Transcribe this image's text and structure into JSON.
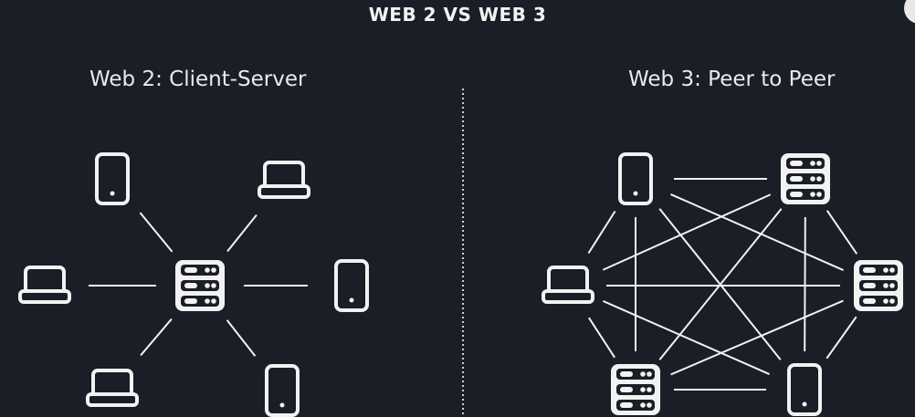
{
  "title": "WEB 2 VS WEB 3",
  "panels": {
    "left": {
      "heading": "Web 2: Client-Server",
      "center": {
        "id": "server",
        "icon": "server-icon"
      },
      "nodes": [
        {
          "id": "phone-top",
          "icon": "phone-icon"
        },
        {
          "id": "laptop-top-right",
          "icon": "laptop-icon"
        },
        {
          "id": "laptop-left",
          "icon": "laptop-icon"
        },
        {
          "id": "phone-right",
          "icon": "phone-icon"
        },
        {
          "id": "laptop-bottom-left",
          "icon": "laptop-icon"
        },
        {
          "id": "phone-bottom-right",
          "icon": "phone-icon"
        }
      ],
      "connections": [
        [
          "server",
          "phone-top"
        ],
        [
          "server",
          "laptop-top-right"
        ],
        [
          "server",
          "laptop-left"
        ],
        [
          "server",
          "phone-right"
        ],
        [
          "server",
          "laptop-bottom-left"
        ],
        [
          "server",
          "phone-bottom-right"
        ]
      ]
    },
    "right": {
      "heading": "Web 3: Peer to Peer",
      "nodes": [
        {
          "id": "phone-top-left",
          "icon": "phone-icon"
        },
        {
          "id": "server-top-right",
          "icon": "server-icon"
        },
        {
          "id": "laptop-left",
          "icon": "laptop-icon"
        },
        {
          "id": "server-right",
          "icon": "server-icon"
        },
        {
          "id": "server-bottom-left",
          "icon": "server-icon"
        },
        {
          "id": "phone-bottom-right",
          "icon": "phone-icon"
        }
      ],
      "connections": "all-pairs (fully connected mesh)"
    }
  },
  "colors": {
    "background": "#1a1e26",
    "foreground": "#f2f2f2",
    "divider": "#cfcfcf"
  }
}
